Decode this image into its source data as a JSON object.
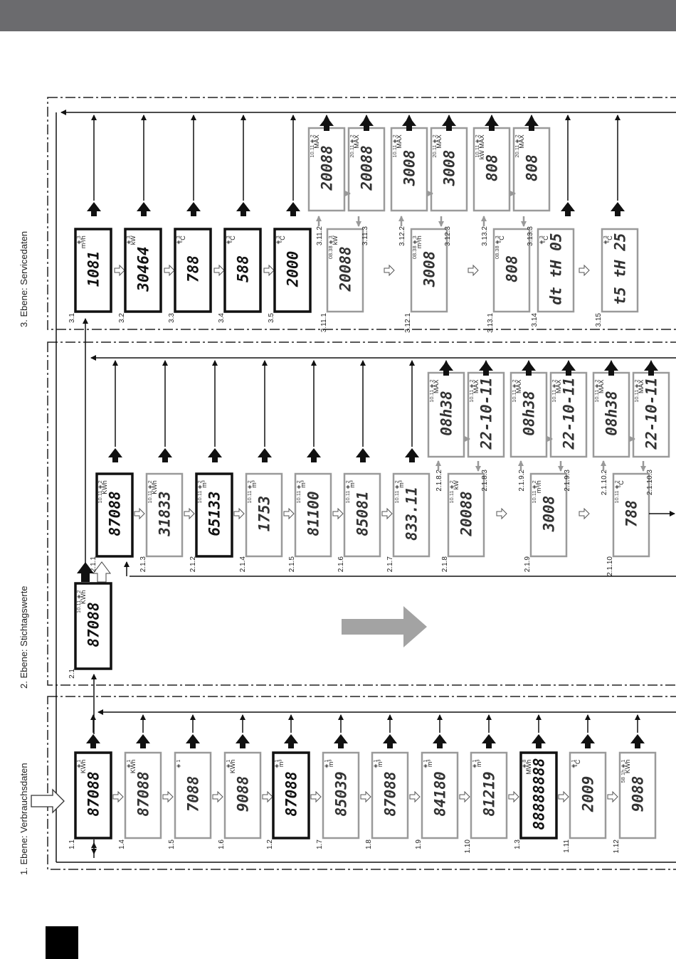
{
  "header": {
    "bar_color": "#6b6b6e"
  },
  "page_marker": {
    "color": "#000000"
  },
  "levels": [
    {
      "id": "level1",
      "title": "1. Ebene: Verbrauchsdaten"
    },
    {
      "id": "level2",
      "title": "2. Ebene: Stichtagswerte"
    },
    {
      "id": "level3",
      "title": "3. Ebene: Servicedaten"
    }
  ],
  "level1": {
    "displays": [
      {
        "id": "1.1",
        "value": "87088",
        "unit": "KWh",
        "top": "◈ 1",
        "bold": true
      },
      {
        "id": "1.4",
        "value": "87088",
        "unit": "KWh",
        "top": "◈ 1",
        "bold": false
      },
      {
        "id": "1.5",
        "value": "7088",
        "unit": "",
        "top": "◈ 1",
        "bold": false
      },
      {
        "id": "1.6",
        "value": "9088",
        "unit": "KWh",
        "top": "◈ 1",
        "bold": false
      },
      {
        "id": "1.2",
        "value": "87088",
        "unit": "m³",
        "top": "◈ 1",
        "bold": true
      },
      {
        "id": "1.7",
        "value": "85039",
        "unit": "m³",
        "top": "◈ 1",
        "bold": false
      },
      {
        "id": "1.8",
        "value": "87088",
        "unit": "m³",
        "top": "◈ 1",
        "bold": false
      },
      {
        "id": "1.9",
        "value": "84180",
        "unit": "m³",
        "top": "◈ 1",
        "bold": false
      },
      {
        "id": "1.10",
        "value": "81219",
        "unit": "m³",
        "top": "◈ 1",
        "bold": false
      },
      {
        "id": "1.3",
        "value": "88888888",
        "unit": "MWh",
        "top": "◈ 8",
        "bold": true
      },
      {
        "id": "1.11",
        "value": "2009",
        "unit": "°C",
        "top": "◈ 1",
        "bold": false
      },
      {
        "id": "1.12",
        "value": "9088",
        "unit": "KWh",
        "top": "58 1h ◈ 1",
        "bold": false
      }
    ]
  },
  "level2": {
    "entry": {
      "id": "2.1",
      "value": "87088",
      "unit": "KWh",
      "top": "10.11 ◈ 2"
    },
    "displays": [
      {
        "id": "2.1.1",
        "value": "87088",
        "unit": "KWh",
        "top": "10.11 ◈ 2",
        "bold": true
      },
      {
        "id": "2.1.3",
        "value": "31833",
        "unit": "KWh",
        "top": "10.11 ◈ 2",
        "bold": false
      },
      {
        "id": "2.1.2",
        "value": "65133",
        "unit": "m³",
        "top": "10.11 ◈ 2",
        "bold": true
      },
      {
        "id": "2.1.4",
        "value": "1753",
        "unit": "m³",
        "top": "10.11 ◈ 2",
        "bold": false
      },
      {
        "id": "2.1.5",
        "value": "81100",
        "unit": "m³",
        "top": "10.11 ◈ 2",
        "bold": false
      },
      {
        "id": "2.1.6",
        "value": "85081",
        "unit": "m³",
        "top": "10.11 ◈ 2",
        "bold": false
      },
      {
        "id": "2.1.7",
        "value": "833.11",
        "unit": "m³",
        "top": "10.11 ◈ 2",
        "bold": false
      },
      {
        "id": "2.1.8",
        "value": "20088",
        "unit": "kW",
        "top": "10.11 ◈ 2",
        "bold": false
      },
      {
        "id": "2.1.9",
        "value": "3008",
        "unit": "m³/h",
        "top": "10.11 ◈ 2",
        "bold": false
      },
      {
        "id": "2.1.10",
        "value": "788",
        "unit": "°C",
        "top": "10.11 ◈ 2",
        "bold": false
      }
    ],
    "sub": [
      {
        "id": "2.1.8.2",
        "value": "08h38",
        "unit": "MAX",
        "top": "10.11 ◈ 2"
      },
      {
        "id": "2.1.8.3",
        "value": "22-10-11",
        "unit": "MAX",
        "top": "10.11 ◈ 2"
      },
      {
        "id": "2.1.9.2",
        "value": "08h38",
        "unit": "MAX",
        "top": "10.11 ◈ 2"
      },
      {
        "id": "2.1.9.3",
        "value": "22-10-11",
        "unit": "MAX",
        "top": "10.11 ◈ 2"
      },
      {
        "id": "2.1.10.2",
        "value": "08h38",
        "unit": "MAX",
        "top": "10.11 ◈ 2"
      },
      {
        "id": "2.1.10.3",
        "value": "22-10-11",
        "unit": "MAX",
        "top": "10.11 ◈ 2"
      }
    ]
  },
  "level3": {
    "displays": [
      {
        "id": "3.1",
        "value": "1081",
        "unit": "m³/h",
        "top": "◈ 3",
        "bold": true
      },
      {
        "id": "3.2",
        "value": "30464",
        "unit": "kW",
        "top": "◈ 3",
        "bold": true
      },
      {
        "id": "3.3",
        "value": "788",
        "unit": "°C",
        "top": "◈ 3",
        "bold": true
      },
      {
        "id": "3.4",
        "value": "588",
        "unit": "°C",
        "top": "◈ 3",
        "bold": true
      },
      {
        "id": "3.5",
        "value": "2000",
        "unit": "°C",
        "top": "◈ 3",
        "bold": true
      }
    ],
    "lower": [
      {
        "id": "3.11.1",
        "value": "20088",
        "unit": "kW",
        "top": "08.38 ◈ 3"
      },
      {
        "id": "3.12.1",
        "value": "3008",
        "unit": "m³/h",
        "top": "08.38 ◈ 3"
      },
      {
        "id": "3.13.1",
        "value": "808",
        "unit": "°C",
        "top": "08.38 ◈ 3"
      },
      {
        "id": "3.14",
        "value": "dt tH 05",
        "unit": "°C",
        "top": "◈ 3"
      },
      {
        "id": "3.15",
        "value": "t5 tH 25",
        "unit": "°C",
        "top": "◈ 3"
      }
    ],
    "sub": [
      {
        "id": "3.11.2",
        "value": "20088",
        "unit": "MAX",
        "top": "10.11 ◈ 2"
      },
      {
        "id": "3.11.3",
        "value": "20088",
        "unit": "MAX",
        "top": "20.11 ◈ 2"
      },
      {
        "id": "3.12.2",
        "value": "3008",
        "unit": "MAX",
        "top": "10.11 ◈ 2"
      },
      {
        "id": "3.12.3",
        "value": "3008",
        "unit": "MAX",
        "top": "20.11 ◈ 2"
      },
      {
        "id": "3.13.2",
        "value": "808",
        "unit": "kW MAX",
        "top": "10.11 ◈ 2"
      },
      {
        "id": "3.13.3",
        "value": "808",
        "unit": "MAX",
        "top": "20.11 ◈ 2"
      }
    ]
  }
}
